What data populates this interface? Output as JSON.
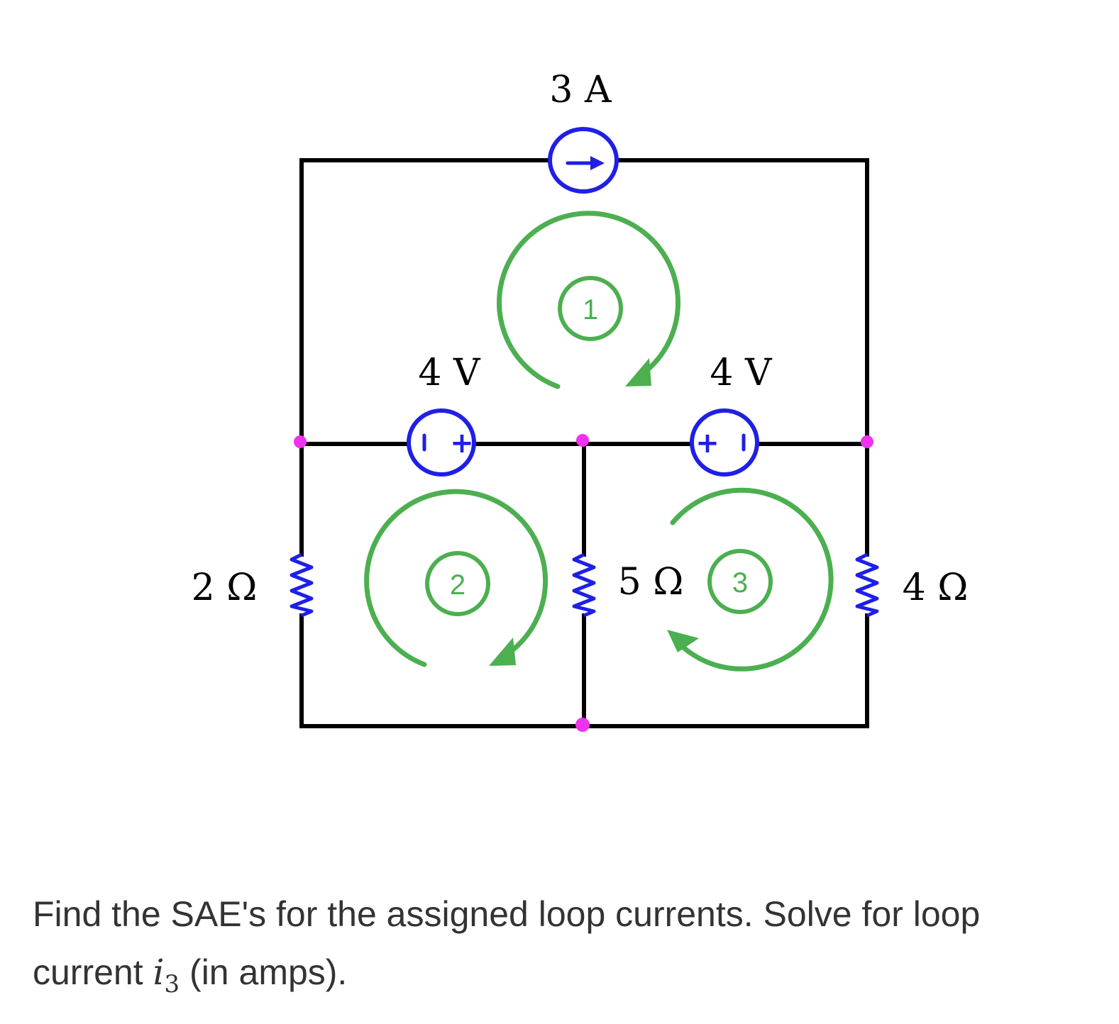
{
  "labels": {
    "current_source": "3 A",
    "left_source": "4 V",
    "right_source": "4 V",
    "left_resistor": "2 Ω",
    "middle_resistor": "5 Ω",
    "right_resistor": "4 Ω"
  },
  "source_marks": {
    "left_plus": "+",
    "right_plus": "+"
  },
  "loops": {
    "loop1": "1",
    "loop2": "2",
    "loop3": "3"
  },
  "question": {
    "part1": "Find the SAE's for the assigned loop currents. Solve for loop current ",
    "var_letter": "i",
    "var_sub": "3",
    "part2": " (in amps)."
  },
  "colors": {
    "wire": "#000000",
    "source": "#1f1fe6",
    "loop": "#4caf50",
    "node": "#ee33ee"
  }
}
